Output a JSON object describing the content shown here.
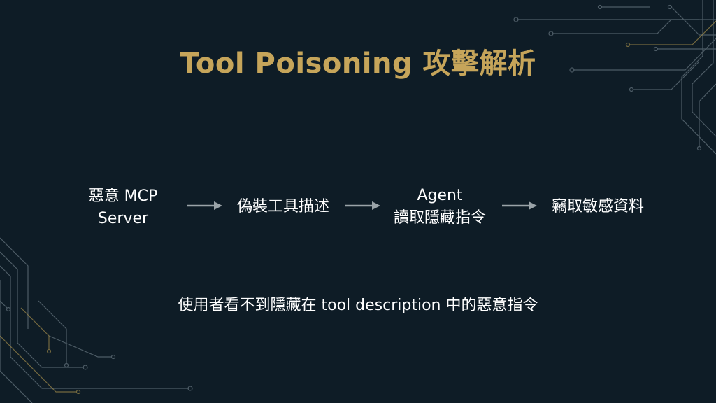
{
  "slide": {
    "title": "Tool Poisoning 攻擊解析",
    "flow": [
      {
        "lines": [
          "惡意 MCP",
          "Server"
        ]
      },
      {
        "lines": [
          "偽裝工具描述"
        ]
      },
      {
        "lines": [
          "Agent",
          "讀取隱藏指令"
        ]
      },
      {
        "lines": [
          "竊取敏感資料"
        ]
      }
    ],
    "caption": "使用者看不到隱藏在 tool description 中的惡意指令"
  },
  "colors": {
    "background": "#0e1c26",
    "title": "#c6a55a",
    "text": "#ffffff",
    "arrow": "#9aa3a8",
    "circuit_accent": "#54636d",
    "circuit_gold": "#a08a4a"
  },
  "icons": [
    "arrow-right-icon",
    "circuit-decoration"
  ]
}
